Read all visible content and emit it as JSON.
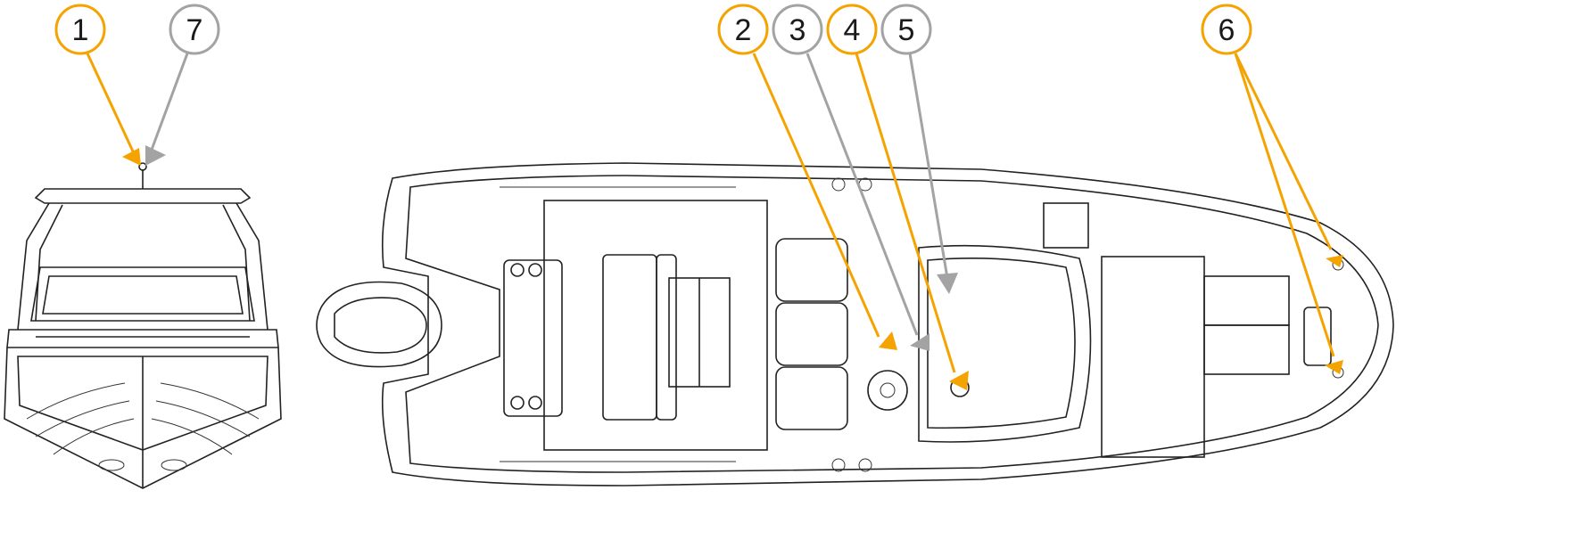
{
  "colors": {
    "primary_callout": "#F5A300",
    "secondary_callout": "#A3A3A3",
    "line_art": "#222222"
  },
  "callouts": [
    {
      "id": "1",
      "label": "1",
      "style": "primary",
      "view": "front"
    },
    {
      "id": "7",
      "label": "7",
      "style": "secondary",
      "view": "front"
    },
    {
      "id": "2",
      "label": "2",
      "style": "primary",
      "view": "top"
    },
    {
      "id": "3",
      "label": "3",
      "style": "secondary",
      "view": "top"
    },
    {
      "id": "4",
      "label": "4",
      "style": "primary",
      "view": "top"
    },
    {
      "id": "5",
      "label": "5",
      "style": "secondary",
      "view": "top"
    },
    {
      "id": "6",
      "label": "6",
      "style": "primary",
      "view": "top"
    }
  ]
}
